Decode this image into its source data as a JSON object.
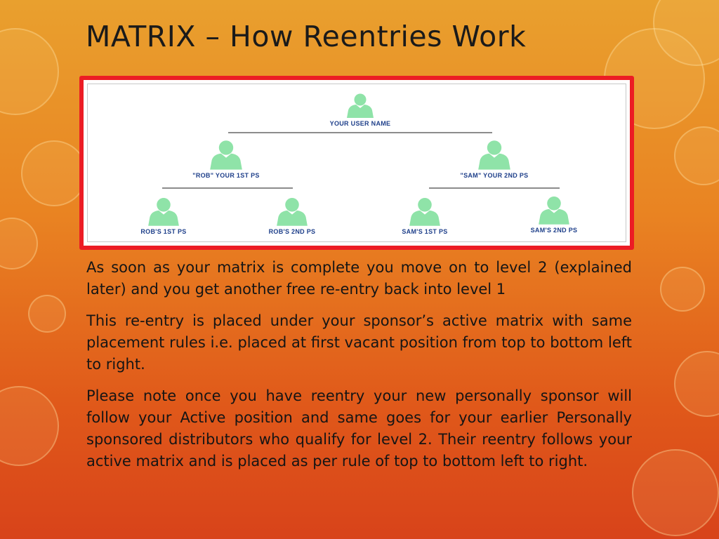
{
  "slide": {
    "title": "MATRIX – How Reentries Work"
  },
  "diagram": {
    "root": {
      "label": "YOUR USER NAME"
    },
    "level1": [
      {
        "label": "\"ROB\" YOUR 1ST PS"
      },
      {
        "label": "\"SAM\" YOUR 2ND PS"
      }
    ],
    "level2": [
      {
        "label": "ROB'S 1ST PS"
      },
      {
        "label": "ROB'S 2ND PS"
      },
      {
        "label": "SAM'S 1ST PS"
      },
      {
        "label": "SAM'S 2ND PS"
      }
    ],
    "colors": {
      "frame": "#ec1c24",
      "person": "#8fe3a8",
      "label": "#1e3f8a",
      "line": "#8c8c8c"
    }
  },
  "paragraphs": [
    "As soon as your matrix is complete you move on to level 2 (explained later) and you get another free re-entry back into level 1",
    "This re-entry is placed under your sponsor’s active matrix with same placement rules i.e. placed at first vacant position from top to bottom left to right.",
    "Please note once you have reentry your new personally sponsor will follow your Active position and same goes for your earlier Personally sponsored distributors who qualify for level 2. Their reentry follows your active matrix and is placed as per rule of top to bottom left to right."
  ]
}
